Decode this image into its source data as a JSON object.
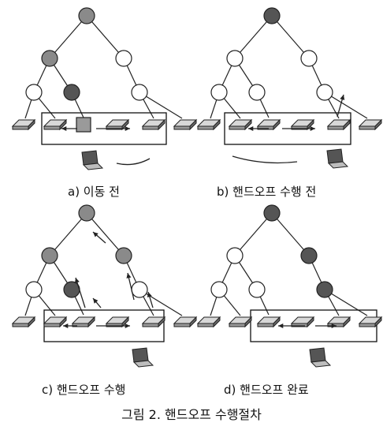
{
  "figure": {
    "caption": "그림 2. 핸드오프 수행절차"
  },
  "panels": [
    {
      "id": "a",
      "caption": "a) 이동 전"
    },
    {
      "id": "b",
      "caption": "b) 핸드오프 수행 전"
    },
    {
      "id": "c",
      "caption": "c) 핸드오프 수행"
    },
    {
      "id": "d",
      "caption": "d) 핸드오프 완료"
    }
  ],
  "node_icons": {
    "tree_node": "circle-node-icon",
    "base_station": "base-station-icon",
    "mobile_host": "laptop-icon",
    "gateway": "gateway-box-icon"
  },
  "colors": {
    "line": "#222222",
    "node_fill_white": "#ffffff",
    "node_fill_gray": "#8a8a8a",
    "node_fill_dark": "#555555",
    "box_stroke": "#111111"
  }
}
